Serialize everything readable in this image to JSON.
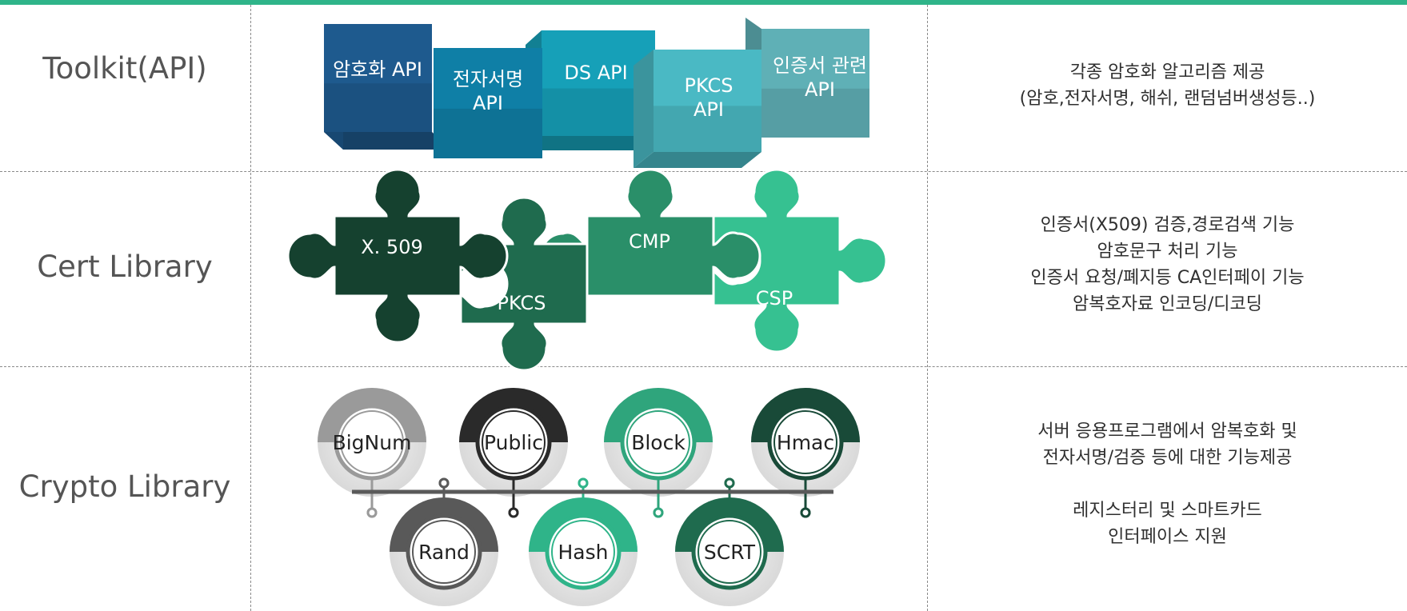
{
  "rows": [
    {
      "label": "Toolkit(API)",
      "items": [
        "암호화 API",
        "전자서명 API",
        "DS API",
        "PKCS API",
        "인증서 관련 API"
      ],
      "description": [
        "각종 암호화 알고리즘 제공",
        "(암호,전자서명, 해쉬, 랜덤넘버생성등..)"
      ]
    },
    {
      "label": "Cert Library",
      "items": [
        "X. 509",
        "PKCS",
        "CMP",
        "CSP"
      ],
      "description": [
        "인증서(X509) 검증,경로검색 기능",
        "암호문구 처리 기능",
        "인증서 요청/폐지등 CA인터페이 기능",
        "암복호자료 인코딩/디코딩"
      ]
    },
    {
      "label": "Crypto Library",
      "items": [
        "BigNum",
        "Public",
        "Block",
        "Hmac",
        "Rand",
        "Hash",
        "SCRT"
      ],
      "description": [
        "서버 응용프로그램에서 암복호화 및",
        "전자서명/검증 등에 대한 기능제공",
        "",
        "레지스터리 및 스마트카드",
        "인터페이스 지원"
      ]
    }
  ],
  "colors": {
    "accent": "#2fb489",
    "api": [
      "#1e5a8e",
      "#0f7fa6",
      "#16a0b8",
      "#4ab9c4",
      "#5fb0b6"
    ],
    "puzzle": [
      "#15412f",
      "#1f6b4e",
      "#2a8f69",
      "#36c191"
    ],
    "crypto_ring": [
      "#9a9a9a",
      "#2a2a2a",
      "#2fa57c",
      "#194a38",
      "#595959",
      "#2fb489",
      "#1f6b4e"
    ]
  }
}
